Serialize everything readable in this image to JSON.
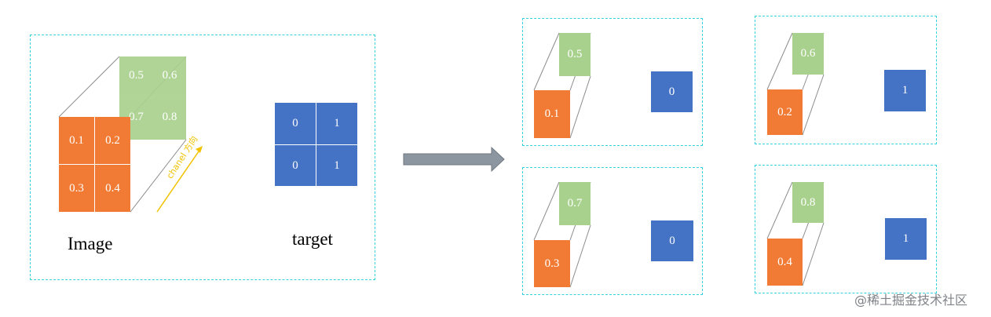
{
  "left_panel": {
    "green_values": [
      "0.5",
      "0.6",
      "0.7",
      "0.8"
    ],
    "orange_values": [
      "0.1",
      "0.2",
      "0.3",
      "0.4"
    ],
    "channel_label": "chanel 方向",
    "image_label": "Image",
    "target_values": [
      "0",
      "1",
      "0",
      "1"
    ],
    "target_label": "target"
  },
  "right_panels": [
    {
      "green": "0.5",
      "orange": "0.1",
      "target": "0"
    },
    {
      "green": "0.6",
      "orange": "0.2",
      "target": "1"
    },
    {
      "green": "0.7",
      "orange": "0.3",
      "target": "0"
    },
    {
      "green": "0.8",
      "orange": "0.4",
      "target": "1"
    }
  ],
  "watermark": "@稀土掘金技术社区",
  "colors": {
    "orange": "#f17b34",
    "green": "#a9d18e",
    "blue": "#4472c4",
    "dashed_border": "#33d2dc",
    "arrow": "#8c96a0",
    "channel_arrow": "#f2c200"
  }
}
